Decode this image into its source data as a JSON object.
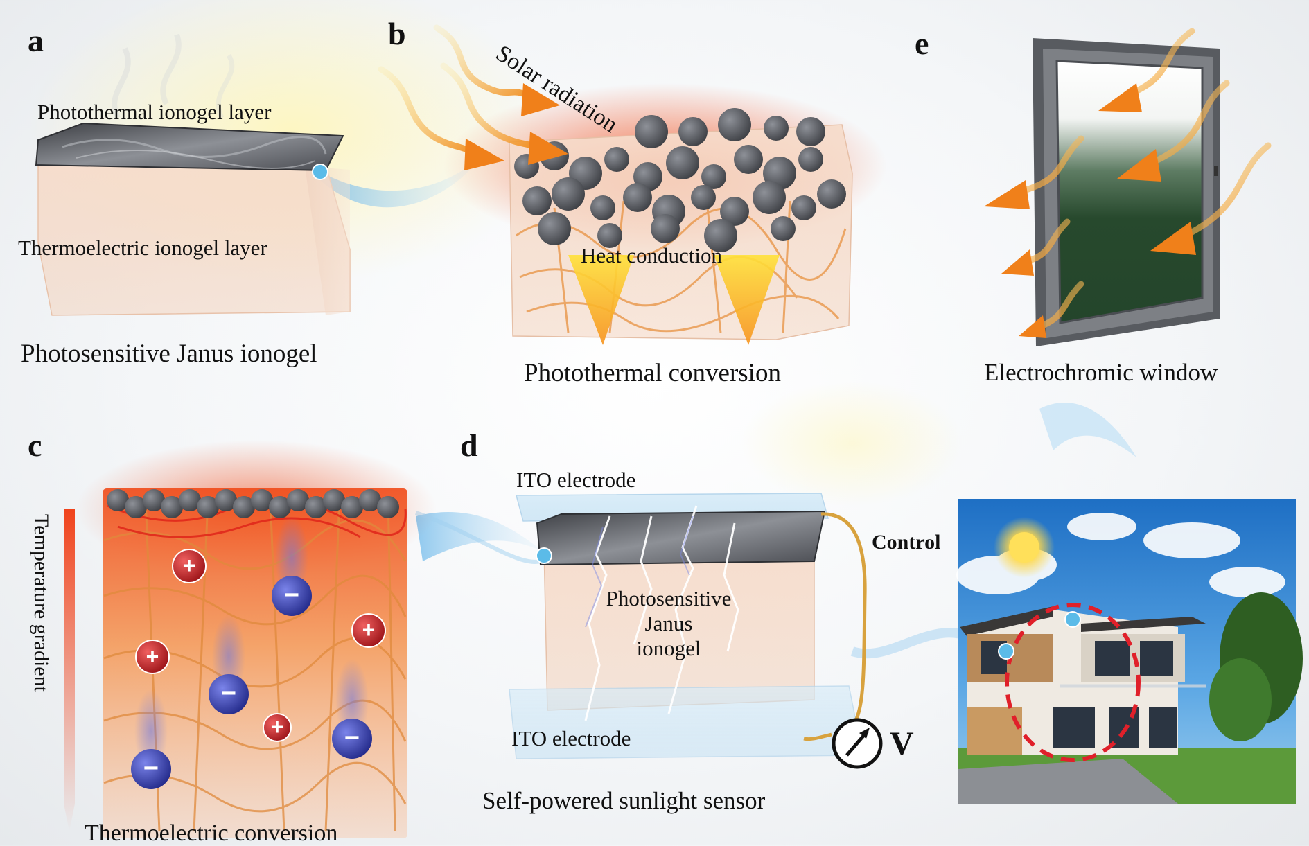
{
  "panels": {
    "a": {
      "letter": "a",
      "top_layer_label": "Photothermal ionogel layer",
      "bottom_layer_label": "Thermoelectric ionogel layer",
      "caption": "Photosensitive Janus ionogel"
    },
    "b": {
      "letter": "b",
      "incoming_label": "Solar radiation",
      "flow_label": "Heat conduction",
      "caption": "Photothermal conversion"
    },
    "c": {
      "letter": "c",
      "gradient_label": "Temperature gradient",
      "caption": "Thermoelectric conversion",
      "positive_symbol": "+",
      "negative_symbol": "−"
    },
    "d": {
      "letter": "d",
      "top_electrode": "ITO electrode",
      "bottom_electrode": "ITO electrode",
      "core_label_lines": [
        "Photosensitive",
        "Janus",
        "ionogel"
      ],
      "meter_symbol": "V",
      "caption": "Self-powered sunlight sensor"
    },
    "e": {
      "letter": "e",
      "caption": "Electrochromic window",
      "link_label": "Control"
    }
  },
  "colors": {
    "sun_arrow": "#f08a1c",
    "heat_red": "#ef4a1c",
    "gel_peach": "#f3d4bf",
    "carbon_gray": "#5b5d63",
    "cation_red": "#c0282a",
    "anion_blue": "#3b45b8",
    "connector_blue": "#8fc9ee",
    "dot_blue": "#5bbbe8",
    "frame_gray": "#6b6e73",
    "glass_green": "#24492c",
    "dashed_circle": "#e0202a",
    "wire_gold": "#d8a23e"
  }
}
